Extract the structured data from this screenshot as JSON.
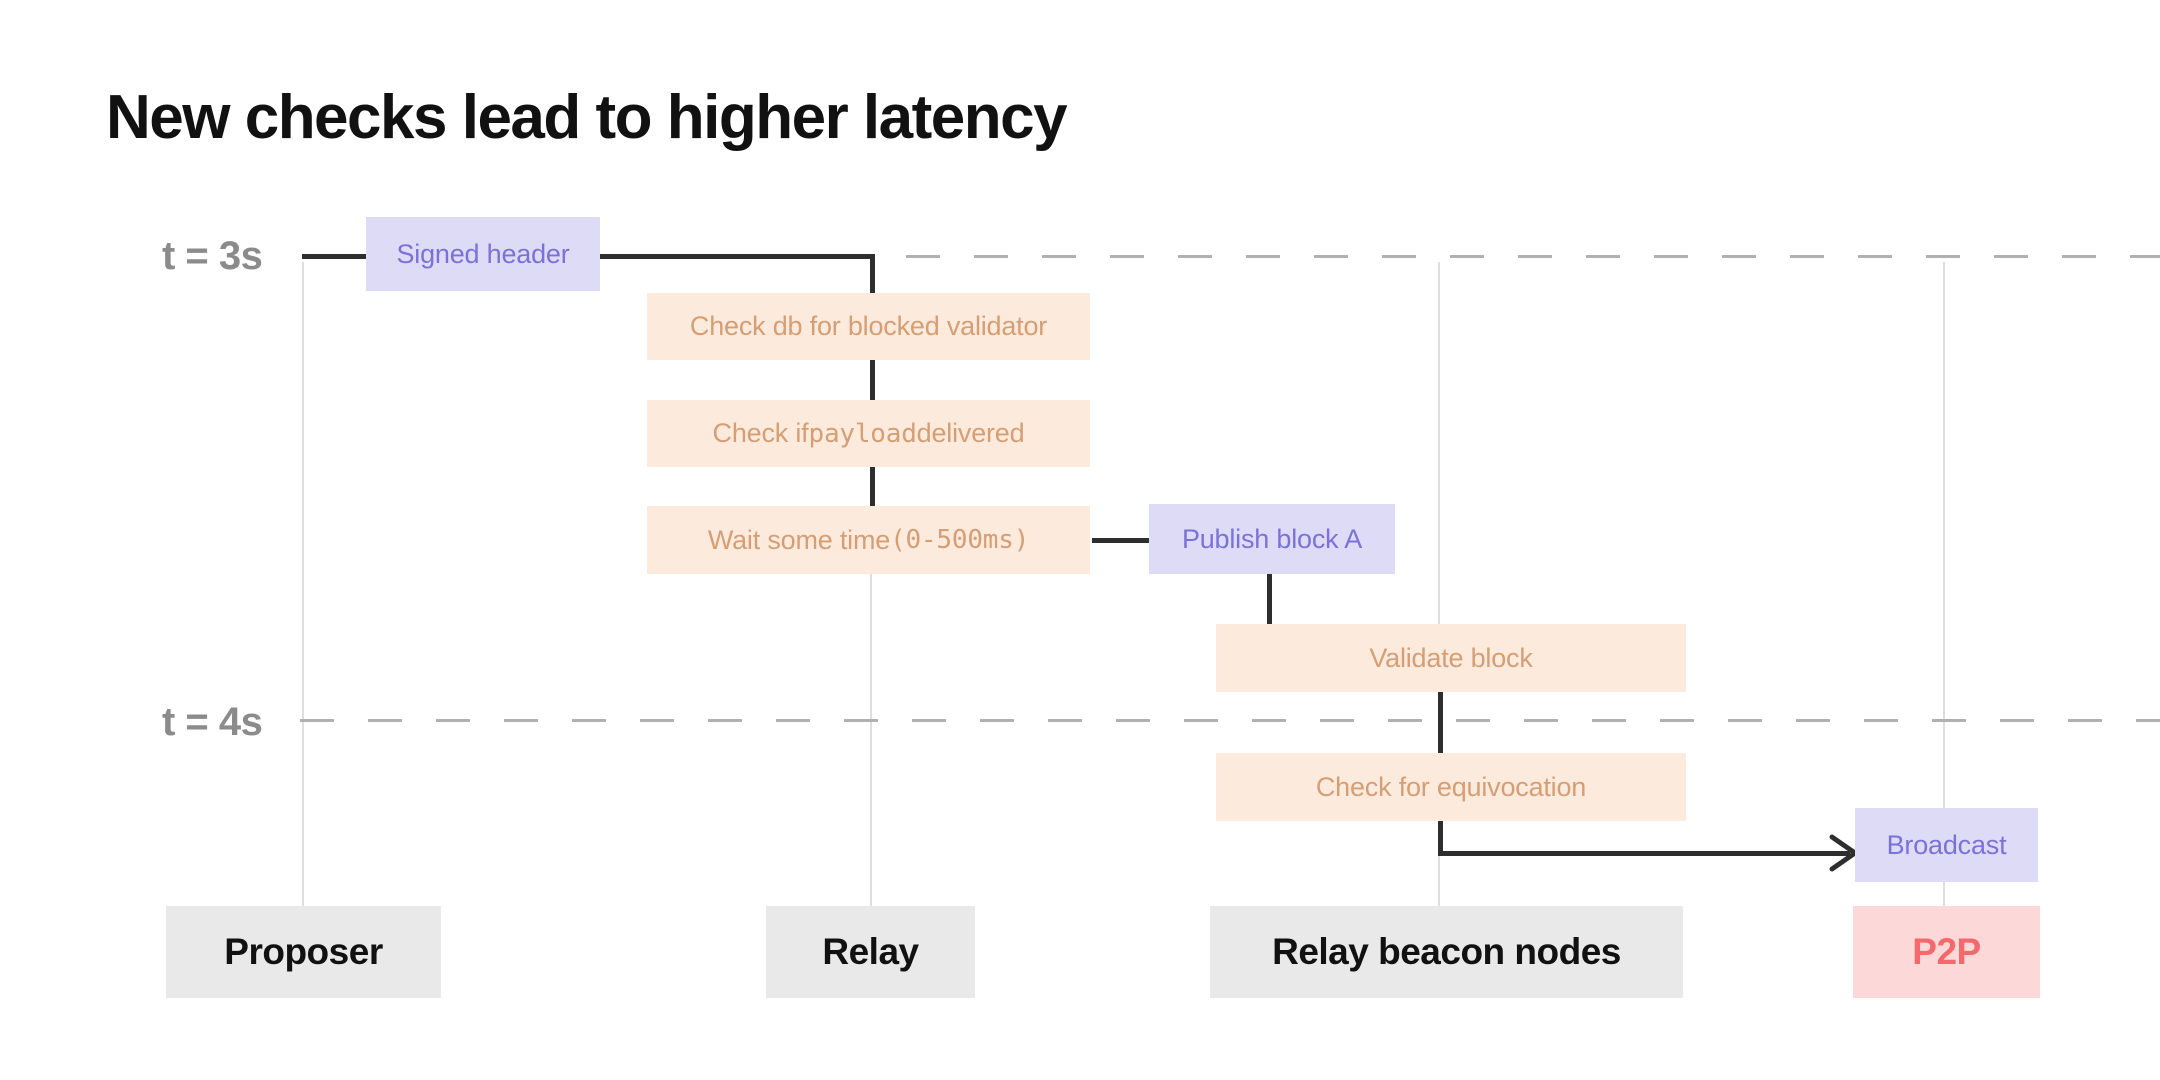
{
  "title": "New checks lead to higher latency",
  "colors": {
    "action_box_bg": "#dedbf7",
    "action_box_text": "#7b72d8",
    "check_box_bg": "#fcebdd",
    "check_box_text": "#d59e74",
    "lane_box_bg": "#e9e9e9",
    "lane_box_text": "#111111",
    "p2p_box_bg": "#fcd8d8",
    "p2p_box_text": "#f4696b",
    "time_label_text": "#8b8b8b",
    "dashed_line": "#b0b0b0",
    "lane_line": "#dedede",
    "connector_line": "#2e2e2e"
  },
  "time_markers": [
    {
      "label": "t = 3s"
    },
    {
      "label": "t = 4s"
    }
  ],
  "nodes": {
    "signed_header": {
      "label": "Signed header"
    },
    "check_db": {
      "label": "Check db for blocked validator"
    },
    "check_payload": {
      "pre": "Check if ",
      "mono": "payload",
      "post": " delivered"
    },
    "wait": {
      "pre": "Wait some time ",
      "mono": "(0-500ms)",
      "post": ""
    },
    "publish_block": {
      "label": "Publish block A"
    },
    "validate_block": {
      "label": "Validate block"
    },
    "check_equivocation": {
      "label": "Check for equivocation"
    },
    "broadcast": {
      "label": "Broadcast"
    }
  },
  "lanes": [
    {
      "label": "Proposer"
    },
    {
      "label": "Relay"
    },
    {
      "label": "Relay beacon nodes"
    },
    {
      "label": "P2P"
    }
  ]
}
